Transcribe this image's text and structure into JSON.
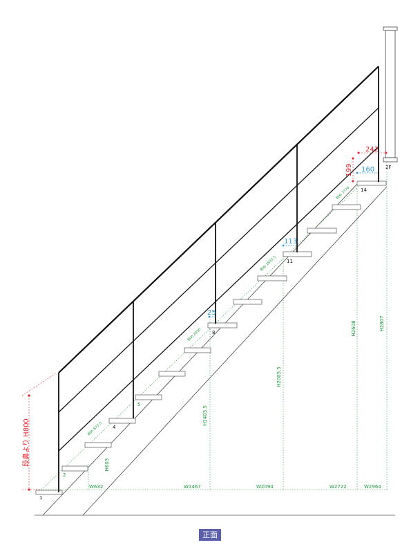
{
  "colors": {
    "rail": "#111111",
    "green": "#1a9a3a",
    "red": "#e0202a",
    "blue": "#2a9ad8",
    "badge": "#5b5ea8"
  },
  "steps": {
    "n1": "1",
    "n2": "2",
    "n4": "4",
    "n5": "5",
    "n8": "8",
    "n11": "11",
    "n14": "14",
    "floor": "2F"
  },
  "widths": {
    "w1": "W632",
    "w2": "W1467",
    "w3": "W2094",
    "w4": "W2722",
    "w5": "W2964"
  },
  "heights": {
    "h1": "H603",
    "h2": "H1403.5",
    "h3": "H2005.5",
    "h4": "H2608",
    "h5": "H2807"
  },
  "slopes": {
    "s1": "斜め 873.5",
    "s2": "斜め 2030",
    "s3": "斜め 2893.5",
    "s4": "斜め 3770"
  },
  "red_dims": {
    "rail_height": "段鼻より H800",
    "d242": "242",
    "d199": "199"
  },
  "blue_dims": {
    "d160": "160",
    "d113": "113",
    "d25": "25"
  },
  "badge": "正面"
}
